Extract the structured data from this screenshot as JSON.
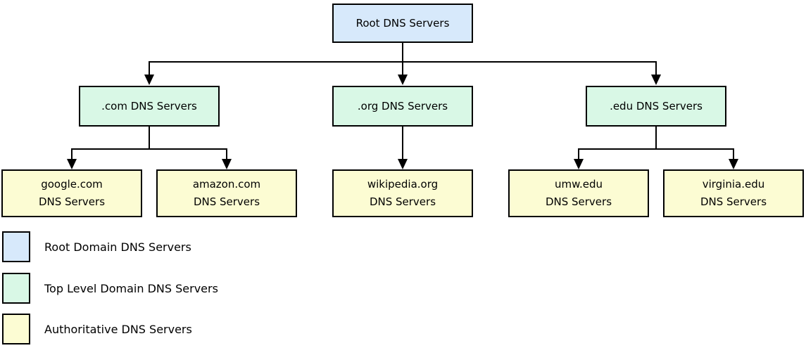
{
  "diagram": {
    "title_implicit": "DNS server hierarchy",
    "root": {
      "label": "Root DNS Servers"
    },
    "tld": [
      {
        "label": ".com DNS Servers"
      },
      {
        "label": ".org DNS Servers"
      },
      {
        "label": ".edu DNS Servers"
      }
    ],
    "authoritative": [
      {
        "line1": "google.com",
        "line2": "DNS Servers"
      },
      {
        "line1": "amazon.com",
        "line2": "DNS Servers"
      },
      {
        "line1": "wikipedia.org",
        "line2": "DNS Servers"
      },
      {
        "line1": "umw.edu",
        "line2": "DNS Servers"
      },
      {
        "line1": "virginia.edu",
        "line2": "DNS Servers"
      }
    ]
  },
  "legend": {
    "items": [
      {
        "label": "Root Domain DNS Servers",
        "color": "#d7e9fb"
      },
      {
        "label": "Top Level Domain DNS Servers",
        "color": "#d9f8e6"
      },
      {
        "label": "Authoritative DNS Servers",
        "color": "#fcfcd3"
      }
    ]
  },
  "colors": {
    "root_fill": "#d7e9fb",
    "tld_fill": "#d9f8e6",
    "authoritative_fill": "#fcfcd3",
    "line_and_border": "#000000",
    "background": "#ffffff"
  }
}
